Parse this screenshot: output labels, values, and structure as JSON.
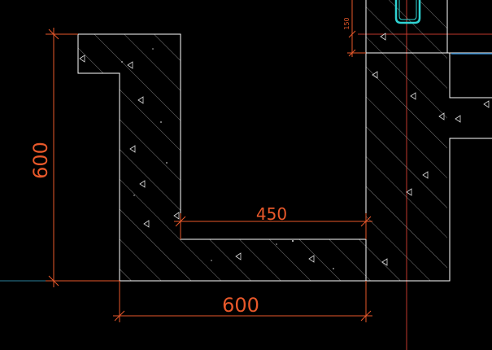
{
  "drawing": {
    "dimensions": {
      "vertical_height": "600",
      "inner_width": "450",
      "bottom_width": "600",
      "small_vertical": "150"
    },
    "colors": {
      "background": "#000000",
      "outline": "#ffffff",
      "dimension": "#e8582a",
      "centerline": "#c0392b",
      "accent": "#2fd3d3",
      "guide": "#2a7fc0"
    }
  }
}
